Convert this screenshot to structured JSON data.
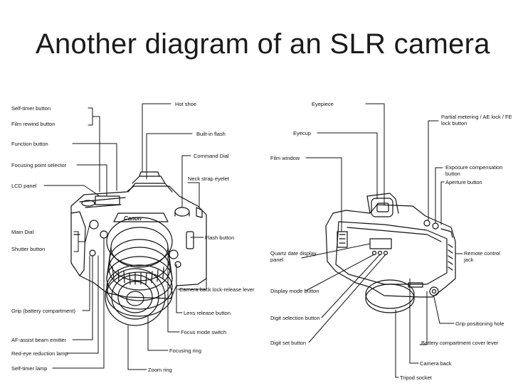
{
  "title": "Another diagram of an SLR camera",
  "front_view": {
    "labels": {
      "self_timer_button": "Self-timer button",
      "film_rewind_button": "Film rewind button",
      "function_button": "Function button",
      "focusing_point_selector": "Focusing point selector",
      "lcd_panel": "LCD panel",
      "main_dial": "Main Dial",
      "shutter_button": "Shutter button",
      "grip": "Grip (battery compartment)",
      "af_assist": "AF-assist beam emitter",
      "red_eye": "Red-eye reduction lamp",
      "self_timer_lamp": "Self-timer lamp",
      "hot_shoe": "Hot shoe",
      "built_in_flash": "Built-in flash",
      "command_dial": "Command Dial",
      "neck_strap": "Neck strap eyelet",
      "flash_button": "Flash button",
      "back_lock": "Camera back lock-release lever",
      "lens_release": "Lens release button",
      "focus_mode": "Focus mode switch",
      "focusing_ring": "Focusing ring",
      "zoom_ring": "Zoom ring"
    },
    "brand": "Canon"
  },
  "back_view": {
    "labels": {
      "eyepiece": "Eyepiece",
      "eyecup": "Eyecup",
      "film_window": "Film window",
      "partial_metering": "Partial metering / AE lock / FE lock button",
      "exposure_comp": "Exposure compensation button",
      "aperture": "Aperture button",
      "quartz_date": "Quartz date display panel",
      "remote_jack": "Remote control jack",
      "display_mode": "Display mode button",
      "digit_selection": "Digit selection button",
      "grip_hole": "Grip positioning hole",
      "digit_set": "Digit set button",
      "battery_cover": "Battery compartment cover lever",
      "camera_back": "Camera back",
      "tripod": "Tripod socket"
    }
  }
}
